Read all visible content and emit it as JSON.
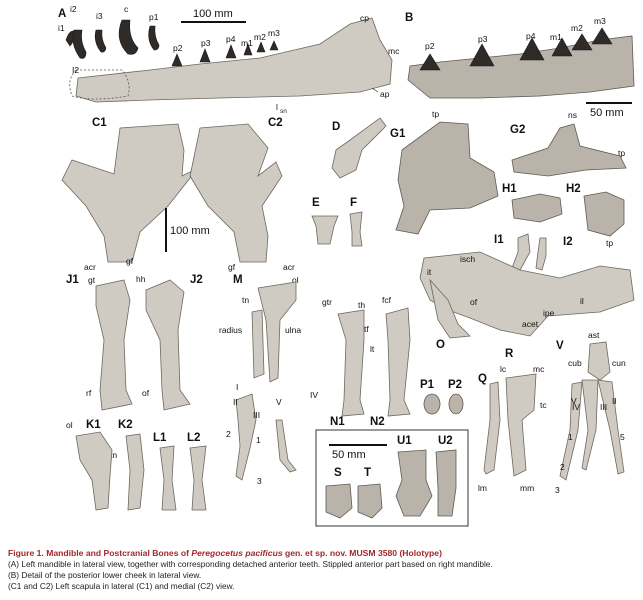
{
  "panels": {
    "A": "A",
    "B": "B",
    "C1": "C1",
    "C2": "C2",
    "D": "D",
    "E": "E",
    "F": "F",
    "G1": "G1",
    "G2": "G2",
    "H1": "H1",
    "H2": "H2",
    "I1": "I1",
    "I2": "I2",
    "J1": "J1",
    "J2": "J2",
    "K1": "K1",
    "K2": "K2",
    "L1": "L1",
    "L2": "L2",
    "M": "M",
    "N1": "N1",
    "N2": "N2",
    "O": "O",
    "P1": "P1",
    "P2": "P2",
    "Q": "Q",
    "R": "R",
    "S": "S",
    "T": "T",
    "U1": "U1",
    "U2": "U2",
    "V": "V"
  },
  "scales": {
    "s100a": "100 mm",
    "s50a": "50 mm",
    "s100b": "100 mm",
    "s50b": "50 mm"
  },
  "labels": {
    "i1": "i1",
    "i2": "i2",
    "i3": "i3",
    "c": "c",
    "p1": "p1",
    "p2": "p2",
    "p3": "p3",
    "p4": "p4",
    "m1": "m1",
    "m2": "m2",
    "m3": "m3",
    "cp": "cp",
    "mc": "mc",
    "ap": "ap",
    "lsn": "l",
    "lsn_sub": "sn",
    "I2_lbl": "I2",
    "B_p2": "p2",
    "B_p3": "p3",
    "B_p4": "p4",
    "B_m1": "m1",
    "B_m2": "m2",
    "B_m3": "m3",
    "tp": "tp",
    "ns": "ns",
    "tp2": "tp",
    "tp3": "tp",
    "acr": "acr",
    "gf": "gf",
    "gf2": "gf",
    "acr2": "acr",
    "gt": "gt",
    "hh": "hh",
    "rf": "rf",
    "of": "of",
    "of2": "of",
    "ol": "ol",
    "ol2": "ol",
    "tn": "tn",
    "tn2": "tn",
    "radius": "radius",
    "ulna": "ulna",
    "dI": "I",
    "dII": "II",
    "dIII": "III",
    "dIV": "IV",
    "dV": "V",
    "d1": "1",
    "d2": "2",
    "d3": "3",
    "gtr": "gtr",
    "th": "th",
    "fcf": "fcf",
    "tf": "tf",
    "lt": "lt",
    "it": "it",
    "isch": "isch",
    "il": "il",
    "acet": "acet",
    "ipe": "ipe",
    "lc": "lc",
    "mc2": "mc",
    "tc": "tc",
    "lm": "lm",
    "mm": "mm",
    "ast": "ast",
    "cub": "cub",
    "cun": "cun",
    "vIV": "IV",
    "vV": "V",
    "vII": "II",
    "vIII": "III",
    "v1": "1",
    "v2": "2",
    "v3": "3",
    "v5": "5"
  },
  "caption": {
    "title_pre": "Figure 1.  Mandible and Postcranial Bones of ",
    "title_taxon": "Peregocetus pacificus",
    "title_post": " gen. et sp. nov. MUSM 3580 (Holotype)",
    "line_a": "(A) Left mandible in lateral view, together with corresponding detached anterior teeth. Stippled anterior part based on right mandible.",
    "line_b": "(B) Detail of the posterior lower cheek in lateral view.",
    "line_c": "(C1 and C2) Left scapula in lateral (C1) and medial (C2) view."
  }
}
